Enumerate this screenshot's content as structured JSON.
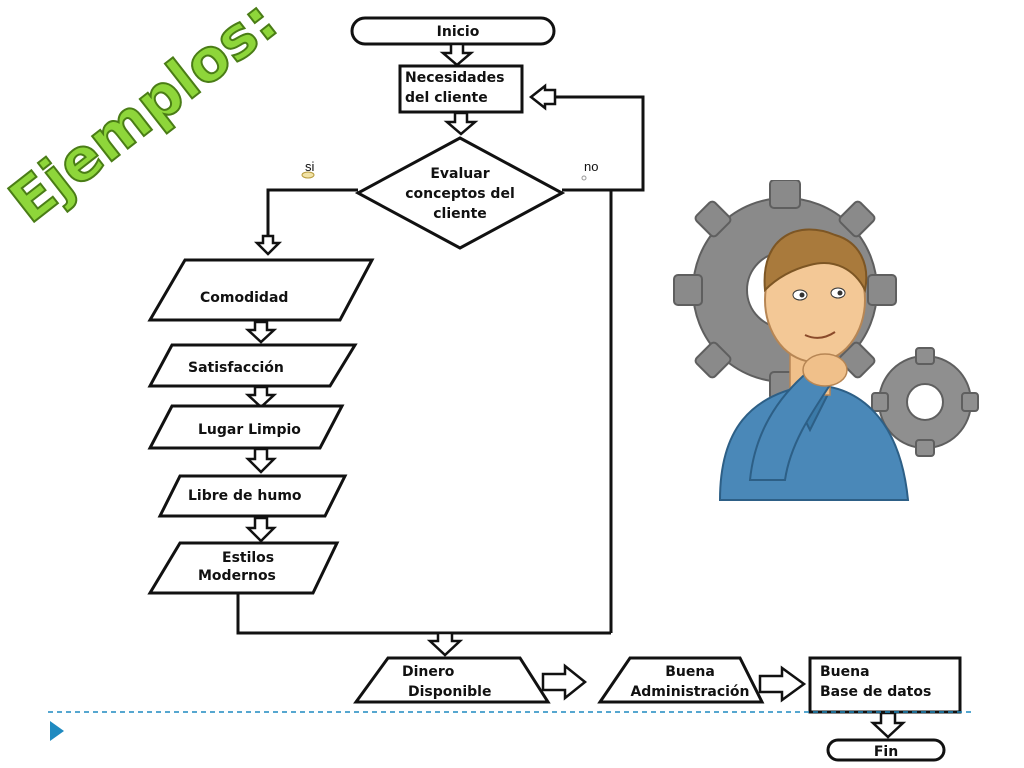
{
  "slide": {
    "title": "Ejemplos:"
  },
  "flowchart": {
    "start": "Inicio",
    "needs_line1": "Necesidades",
    "needs_line2": "del cliente",
    "decision_line1": "Evaluar",
    "decision_line2": "conceptos del",
    "decision_line3": "cliente",
    "yes_label": "si",
    "no_label": "no",
    "steps": [
      "Comodidad",
      "Satisfacción",
      "Lugar Limpio",
      "Libre de humo",
      "Estilos",
      "Modernos"
    ],
    "money_line1": "Dinero",
    "money_line2": "Disponible",
    "admin_line1": "Buena",
    "admin_line2": "Administración",
    "db_line1": "Buena",
    "db_line2": "Base de datos",
    "end": "Fin"
  },
  "colors": {
    "title_green": "#8ed63a",
    "accent_blue": "#1f8ac0",
    "gear_gray": "#8a8a8a",
    "shirt_blue": "#4a88b8"
  },
  "icons": {
    "bullet": "blue-triangle-bullet",
    "illustration": "thinking-man-with-gears"
  }
}
